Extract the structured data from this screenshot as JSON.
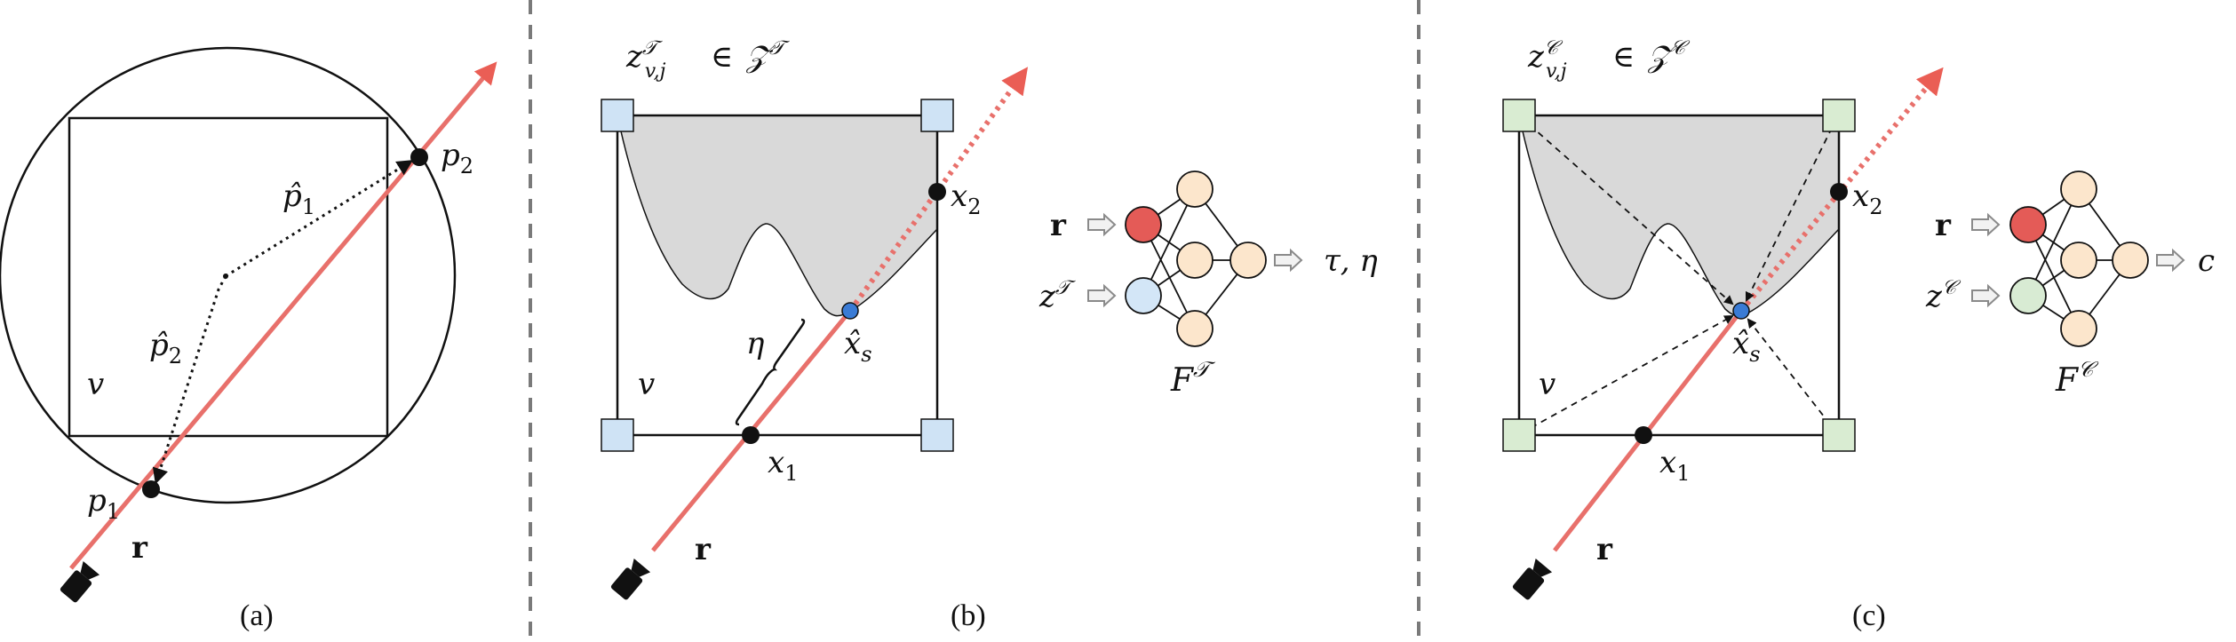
{
  "colors": {
    "ray": "#e8706b",
    "ray_head": "#ea5e55",
    "corner_blue": "#cfe3f5",
    "corner_green": "#d9ecd2",
    "surface_fill": "#d9d9d9",
    "surface_point": "#3a7bd5",
    "node_red": "#e45b57",
    "node_peach": "#fce6cc",
    "node_blue": "#d3e6f7",
    "node_green": "#d8ebd3",
    "divider": "#7a7a7a"
  },
  "panel_a": {
    "caption": "(a)",
    "label_p1": "p",
    "sub_p1": "1",
    "label_p2": "p",
    "sub_p2": "2",
    "label_phat1": "p̂",
    "sub_phat1": "1",
    "label_phat2": "p̂",
    "sub_phat2": "2",
    "label_v": "v",
    "label_r": "r"
  },
  "panel_b": {
    "caption": "(b)",
    "label_z": "z",
    "sup_z": "𝒯",
    "sub_z": "v,j",
    "in_symbol": "∈",
    "set_Z": "𝒵",
    "sup_Z": "𝒯",
    "label_x1": "x",
    "sub_x1": "1",
    "label_x2": "x",
    "sub_x2": "2",
    "label_xs": "x̂",
    "sub_xs": "s",
    "label_eta": "η",
    "label_v": "v",
    "label_r": "r",
    "net_in_r": "r",
    "net_in_z": "z",
    "net_in_z_sup": "𝒯",
    "net_out": "τ, η",
    "net_name": "F",
    "net_name_sup": "𝒯"
  },
  "panel_c": {
    "caption": "(c)",
    "label_z": "z",
    "sup_z": "𝒞",
    "sub_z": "v,j",
    "in_symbol": "∈",
    "set_Z": "𝒵",
    "sup_Z": "𝒞",
    "label_x1": "x",
    "sub_x1": "1",
    "label_x2": "x",
    "sub_x2": "2",
    "label_xs": "x̂",
    "sub_xs": "s",
    "label_v": "v",
    "label_r": "r",
    "net_in_r": "r",
    "net_in_z": "z",
    "net_in_z_sup": "𝒞",
    "net_out": "c",
    "net_name": "F",
    "net_name_sup": "𝒞"
  }
}
